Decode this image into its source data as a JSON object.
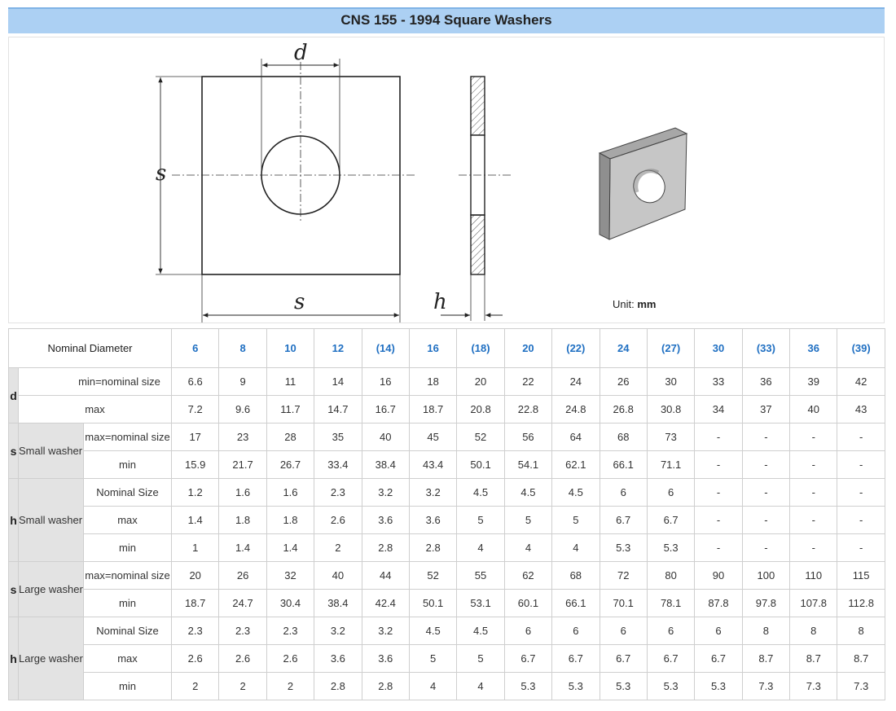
{
  "title": "CNS 155 - 1994 Square Washers",
  "drawing": {
    "labels": {
      "d": "d",
      "s_left": "s",
      "s_bottom": "s",
      "h": "h"
    },
    "unit_prefix": "Unit:",
    "unit_value": "mm"
  },
  "table": {
    "header_label": "Nominal Diameter",
    "diameters": [
      "6",
      "8",
      "10",
      "12",
      "(14)",
      "16",
      "(18)",
      "20",
      "(22)",
      "24",
      "(27)",
      "30",
      "(33)",
      "36",
      "(39)"
    ],
    "groups": [
      {
        "symbol": "d",
        "name": "",
        "rows": [
          {
            "label": "min=nominal size",
            "values": [
              "6.6",
              "9",
              "11",
              "14",
              "16",
              "18",
              "20",
              "22",
              "24",
              "26",
              "30",
              "33",
              "36",
              "39",
              "42"
            ]
          },
          {
            "label": "max",
            "values": [
              "7.2",
              "9.6",
              "11.7",
              "14.7",
              "16.7",
              "18.7",
              "20.8",
              "22.8",
              "24.8",
              "26.8",
              "30.8",
              "34",
              "37",
              "40",
              "43"
            ]
          }
        ]
      },
      {
        "symbol": "s",
        "name": "Small washer",
        "rows": [
          {
            "label": "max=nominal size",
            "values": [
              "17",
              "23",
              "28",
              "35",
              "40",
              "45",
              "52",
              "56",
              "64",
              "68",
              "73",
              "-",
              "-",
              "-",
              "-"
            ]
          },
          {
            "label": "min",
            "values": [
              "15.9",
              "21.7",
              "26.7",
              "33.4",
              "38.4",
              "43.4",
              "50.1",
              "54.1",
              "62.1",
              "66.1",
              "71.1",
              "-",
              "-",
              "-",
              "-"
            ]
          }
        ]
      },
      {
        "symbol": "h",
        "name": "Small washer",
        "rows": [
          {
            "label": "Nominal Size",
            "values": [
              "1.2",
              "1.6",
              "1.6",
              "2.3",
              "3.2",
              "3.2",
              "4.5",
              "4.5",
              "4.5",
              "6",
              "6",
              "-",
              "-",
              "-",
              "-"
            ]
          },
          {
            "label": "max",
            "values": [
              "1.4",
              "1.8",
              "1.8",
              "2.6",
              "3.6",
              "3.6",
              "5",
              "5",
              "5",
              "6.7",
              "6.7",
              "-",
              "-",
              "-",
              "-"
            ]
          },
          {
            "label": "min",
            "values": [
              "1",
              "1.4",
              "1.4",
              "2",
              "2.8",
              "2.8",
              "4",
              "4",
              "4",
              "5.3",
              "5.3",
              "-",
              "-",
              "-",
              "-"
            ]
          }
        ]
      },
      {
        "symbol": "s",
        "name": "Large washer",
        "rows": [
          {
            "label": "max=nominal size",
            "values": [
              "20",
              "26",
              "32",
              "40",
              "44",
              "52",
              "55",
              "62",
              "68",
              "72",
              "80",
              "90",
              "100",
              "110",
              "115"
            ]
          },
          {
            "label": "min",
            "values": [
              "18.7",
              "24.7",
              "30.4",
              "38.4",
              "42.4",
              "50.1",
              "53.1",
              "60.1",
              "66.1",
              "70.1",
              "78.1",
              "87.8",
              "97.8",
              "107.8",
              "112.8"
            ]
          }
        ]
      },
      {
        "symbol": "h",
        "name": "Large washer",
        "rows": [
          {
            "label": "Nominal Size",
            "values": [
              "2.3",
              "2.3",
              "2.3",
              "3.2",
              "3.2",
              "4.5",
              "4.5",
              "6",
              "6",
              "6",
              "6",
              "6",
              "8",
              "8",
              "8"
            ]
          },
          {
            "label": "max",
            "values": [
              "2.6",
              "2.6",
              "2.6",
              "3.6",
              "3.6",
              "5",
              "5",
              "6.7",
              "6.7",
              "6.7",
              "6.7",
              "6.7",
              "8.7",
              "8.7",
              "8.7"
            ]
          },
          {
            "label": "min",
            "values": [
              "2",
              "2",
              "2",
              "2.8",
              "2.8",
              "4",
              "4",
              "5.3",
              "5.3",
              "5.3",
              "5.3",
              "5.3",
              "7.3",
              "7.3",
              "7.3"
            ]
          }
        ]
      }
    ]
  }
}
